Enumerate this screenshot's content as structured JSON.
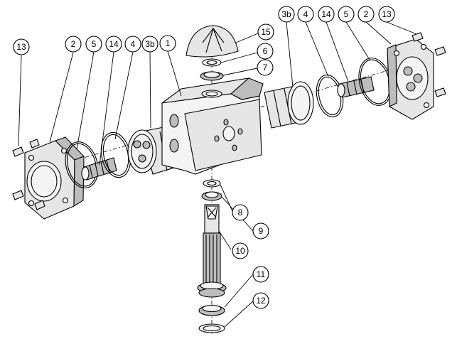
{
  "callouts": {
    "c1": "1",
    "c2_left": "2",
    "c2_right": "3b",
    "c3b_left": "3b",
    "c4_left": "4",
    "c4_right": "4",
    "c5_left": "5",
    "c5_right": "5",
    "c6": "6",
    "c7": "7",
    "c8": "8",
    "c9": "9",
    "c10": "10",
    "c11": "11",
    "c12": "12",
    "c13_left": "13",
    "c13_right": "13",
    "c14_left": "14",
    "c14_right": "14",
    "c15": "15",
    "c2r": "2"
  }
}
